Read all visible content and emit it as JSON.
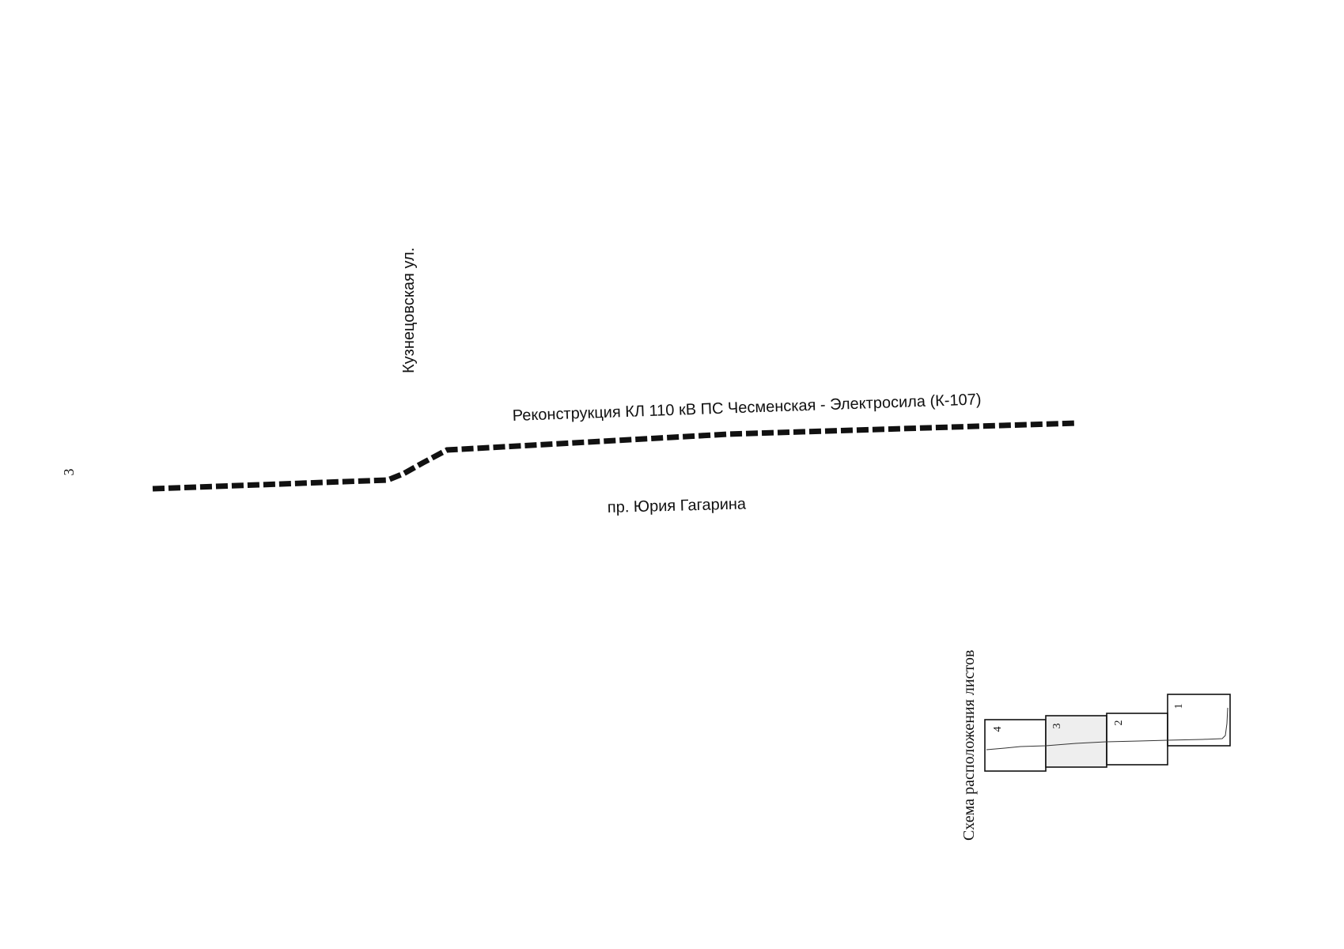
{
  "sheet_number": "3",
  "street_labels": {
    "kuznetsovskaya": "Кузнецовская ул.",
    "gagarin": "пр. Юрия Гагарина"
  },
  "cable_line": {
    "label": "Реконструкция КЛ 110 кВ ПС Чесменская - Электросила (К-107)",
    "color": "#111111"
  },
  "sheet_layout": {
    "title": "Схема расположения листов",
    "sheets": [
      {
        "label": "4"
      },
      {
        "label": "3"
      },
      {
        "label": "2"
      },
      {
        "label": "1"
      }
    ]
  }
}
